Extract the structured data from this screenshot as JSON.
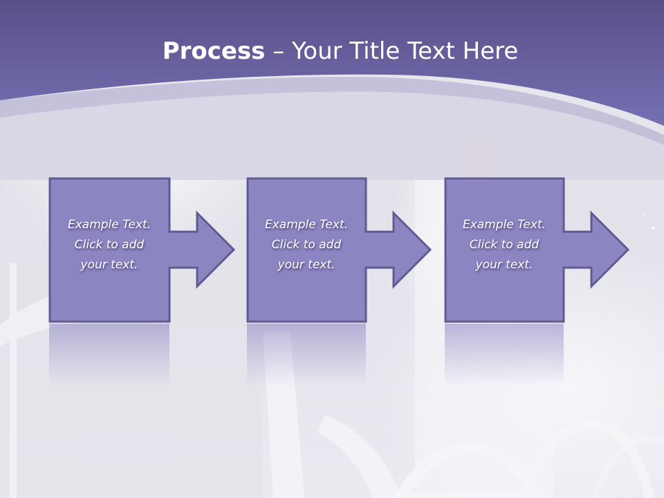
{
  "slide": {
    "title": {
      "bold": "Process",
      "rest": " – Your Title Text Here"
    },
    "colors": {
      "header_top": "#585089",
      "header_bottom": "#7570b2",
      "band_light": "#bdbbd6",
      "shape_fill": "#8b86c2",
      "shape_border": "#5f5a90",
      "text": "#ffffff"
    },
    "steps": [
      {
        "line1": "Example Text.",
        "line2": "Click  to add",
        "line3": "your text."
      },
      {
        "line1": "Example Text.",
        "line2": "Click  to add",
        "line3": "your text."
      },
      {
        "line1": "Example Text.",
        "line2": "Click  to add",
        "line3": "your text."
      }
    ]
  }
}
